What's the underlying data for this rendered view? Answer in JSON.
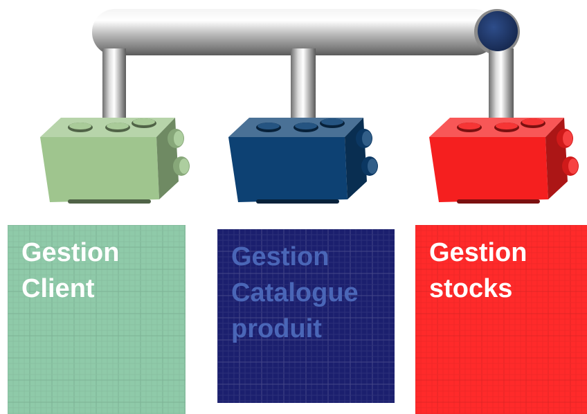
{
  "modules": [
    {
      "label": "Gestion\nClient",
      "brick_color": "#9fc58e",
      "panel_color": "#8fcaa9",
      "text_color": "#ffffff"
    },
    {
      "label": "Gestion\nCatalogue\nproduit",
      "brick_color": "#0d4173",
      "panel_color": "#1b1f6e",
      "text_color": "#4a66b7"
    },
    {
      "label": "Gestion\nstocks",
      "brick_color": "#f51f1f",
      "panel_color": "#ff2a2a",
      "text_color": "#ffffff"
    }
  ],
  "pipe": {
    "color": "#c9c9c9",
    "end_cap_color": "#1e3566"
  }
}
